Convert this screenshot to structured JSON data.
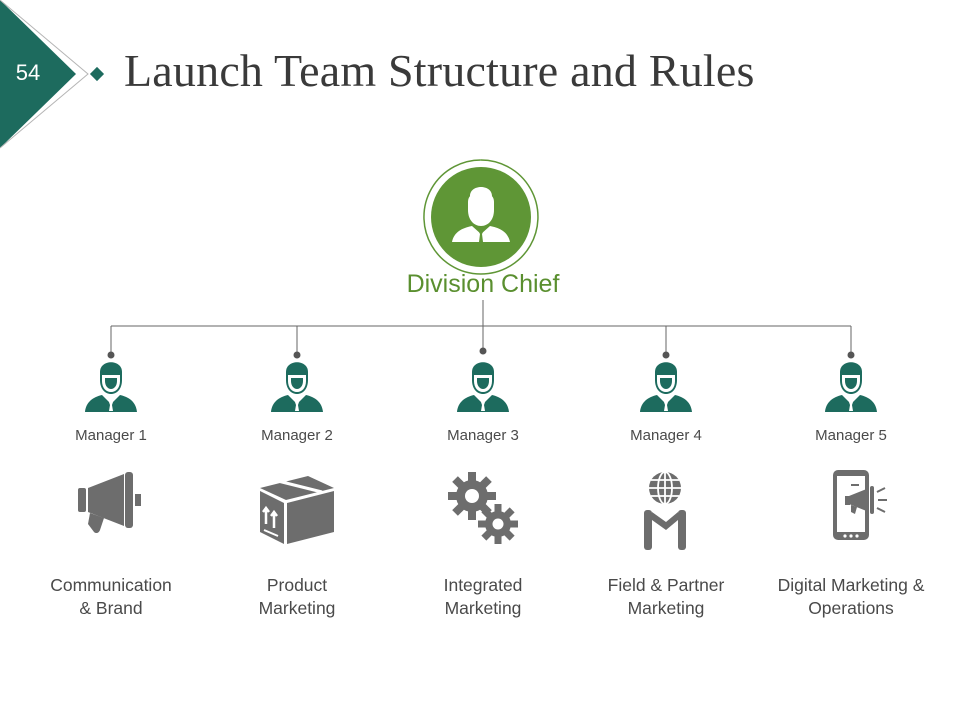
{
  "slide": {
    "number": "54",
    "title": "Launch Team Structure and Rules"
  },
  "chief": {
    "label": "Division Chief",
    "icon": "person-icon",
    "color": "#5f9636"
  },
  "managers": [
    {
      "label": "Manager 1",
      "func_line1": "Communication",
      "func_line2": "& Brand",
      "icon": "megaphone-icon"
    },
    {
      "label": "Manager 2",
      "func_line1": "Product",
      "func_line2": "Marketing",
      "icon": "package-box-icon"
    },
    {
      "label": "Manager 3",
      "func_line1": "Integrated",
      "func_line2": "Marketing",
      "icon": "gears-icon"
    },
    {
      "label": "Manager 4",
      "func_line1": "Field & Partner",
      "func_line2": "Marketing",
      "icon": "globe-handshake-icon"
    },
    {
      "label": "Manager 5",
      "func_line1": "Digital Marketing &",
      "func_line2": "Operations",
      "icon": "mobile-megaphone-icon"
    }
  ],
  "colors": {
    "teal": "#1d6b5e",
    "green": "#5f9636",
    "icon_gray": "#6d6d6d",
    "text": "#4a4a4a"
  }
}
